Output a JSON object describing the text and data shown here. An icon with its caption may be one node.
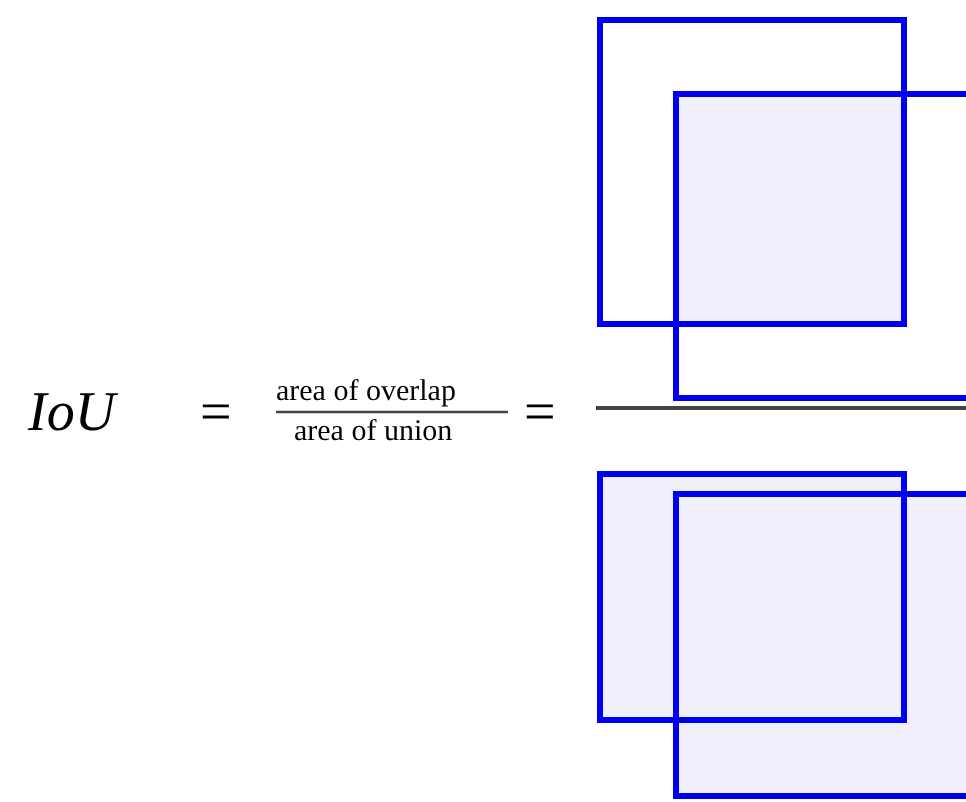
{
  "diagram": {
    "labels": [
      "IoU",
      "=",
      "area of overlap",
      "area of union",
      "="
    ]
  }
}
